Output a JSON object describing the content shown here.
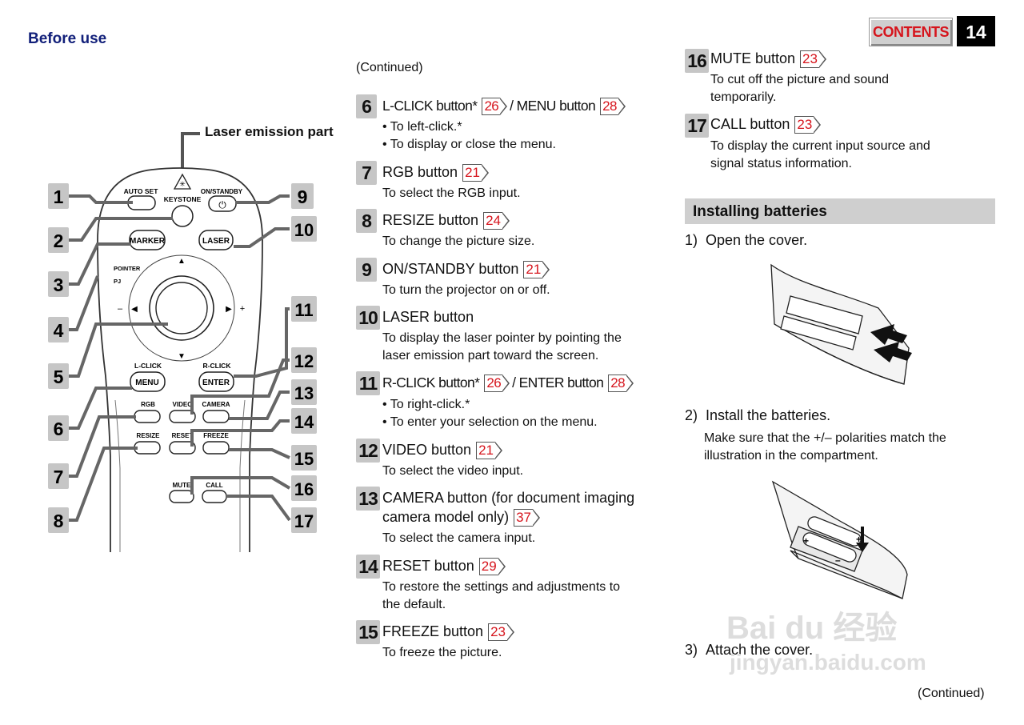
{
  "header": {
    "section_title": "Before use",
    "contents_label": "CONTENTS",
    "page_number": "14"
  },
  "remote": {
    "laser_label": "Laser emission part",
    "buttons": {
      "auto_set": "AUTO SET",
      "keystone": "KEYSTONE",
      "on_standby": "ON/STANDBY",
      "marker": "MARKER",
      "laser": "LASER",
      "pointer": "POINTER",
      "pj": "PJ",
      "l_click": "L-CLICK",
      "r_click": "R-CLICK",
      "menu": "MENU",
      "enter": "ENTER",
      "rgb": "RGB",
      "video": "VIDEO",
      "camera": "CAMERA",
      "resize": "RESIZE",
      "reset": "RESET",
      "freeze": "FREEZE",
      "mute": "MUTE",
      "call": "CALL",
      "minus": "–",
      "plus": "+"
    },
    "callouts_left": [
      "1",
      "2",
      "3",
      "4",
      "5",
      "6",
      "7",
      "8"
    ],
    "callouts_right": [
      "9",
      "10",
      "11",
      "12",
      "13",
      "14",
      "15",
      "16",
      "17"
    ]
  },
  "continued_top": "(Continued)",
  "continued_bottom": "(Continued)",
  "items": [
    {
      "num": "6",
      "title_a": "L-CLICK button*",
      "ref_a": "26",
      "title_b": "/ MENU button",
      "ref_b": "28",
      "desc": [
        "• To left-click.*",
        "• To display or close the menu."
      ]
    },
    {
      "num": "7",
      "title": "RGB button",
      "ref": "21",
      "desc": [
        "To select the RGB input."
      ]
    },
    {
      "num": "8",
      "title": "RESIZE button",
      "ref": "24",
      "desc": [
        "To change the picture size."
      ]
    },
    {
      "num": "9",
      "title": "ON/STANDBY button",
      "ref": "21",
      "desc": [
        "To turn the projector on or off."
      ]
    },
    {
      "num": "10",
      "title": "LASER button",
      "desc": [
        "To display the laser pointer by pointing the",
        "laser emission part toward the screen."
      ]
    },
    {
      "num": "11",
      "title_a": "R-CLICK button*",
      "ref_a": "26",
      "title_b": "/ ENTER button",
      "ref_b": "28",
      "desc": [
        "• To right-click.*",
        "• To enter your selection on the menu."
      ]
    },
    {
      "num": "12",
      "title": "VIDEO button",
      "ref": "21",
      "desc": [
        "To select the video input."
      ]
    },
    {
      "num": "13",
      "title": "CAMERA button (for document imaging",
      "title2": "camera model only)",
      "ref": "37",
      "desc": [
        "To select the camera input."
      ]
    },
    {
      "num": "14",
      "title": "RESET button",
      "ref": "29",
      "desc": [
        "To restore the settings and adjustments to",
        "the default."
      ]
    },
    {
      "num": "15",
      "title": "FREEZE button",
      "ref": "23",
      "desc": [
        "To freeze the picture."
      ]
    },
    {
      "num": "16",
      "title": "MUTE button",
      "ref": "23",
      "desc": [
        "To cut off the picture and sound",
        "temporarily."
      ]
    },
    {
      "num": "17",
      "title": "CALL button",
      "ref": "23",
      "desc": [
        "To display the current input source and",
        "signal status information."
      ]
    }
  ],
  "batteries": {
    "heading": "Installing batteries",
    "steps": [
      {
        "n": "1)",
        "text": "Open the cover."
      },
      {
        "n": "2)",
        "text": "Install the batteries.",
        "sub": [
          "Make sure that the +/– polarities match the",
          "illustration in the compartment."
        ]
      },
      {
        "n": "3)",
        "text": "Attach the cover."
      }
    ]
  },
  "watermark": {
    "logo": "Bai du 经验",
    "url": "jingyan.baidu.com"
  }
}
